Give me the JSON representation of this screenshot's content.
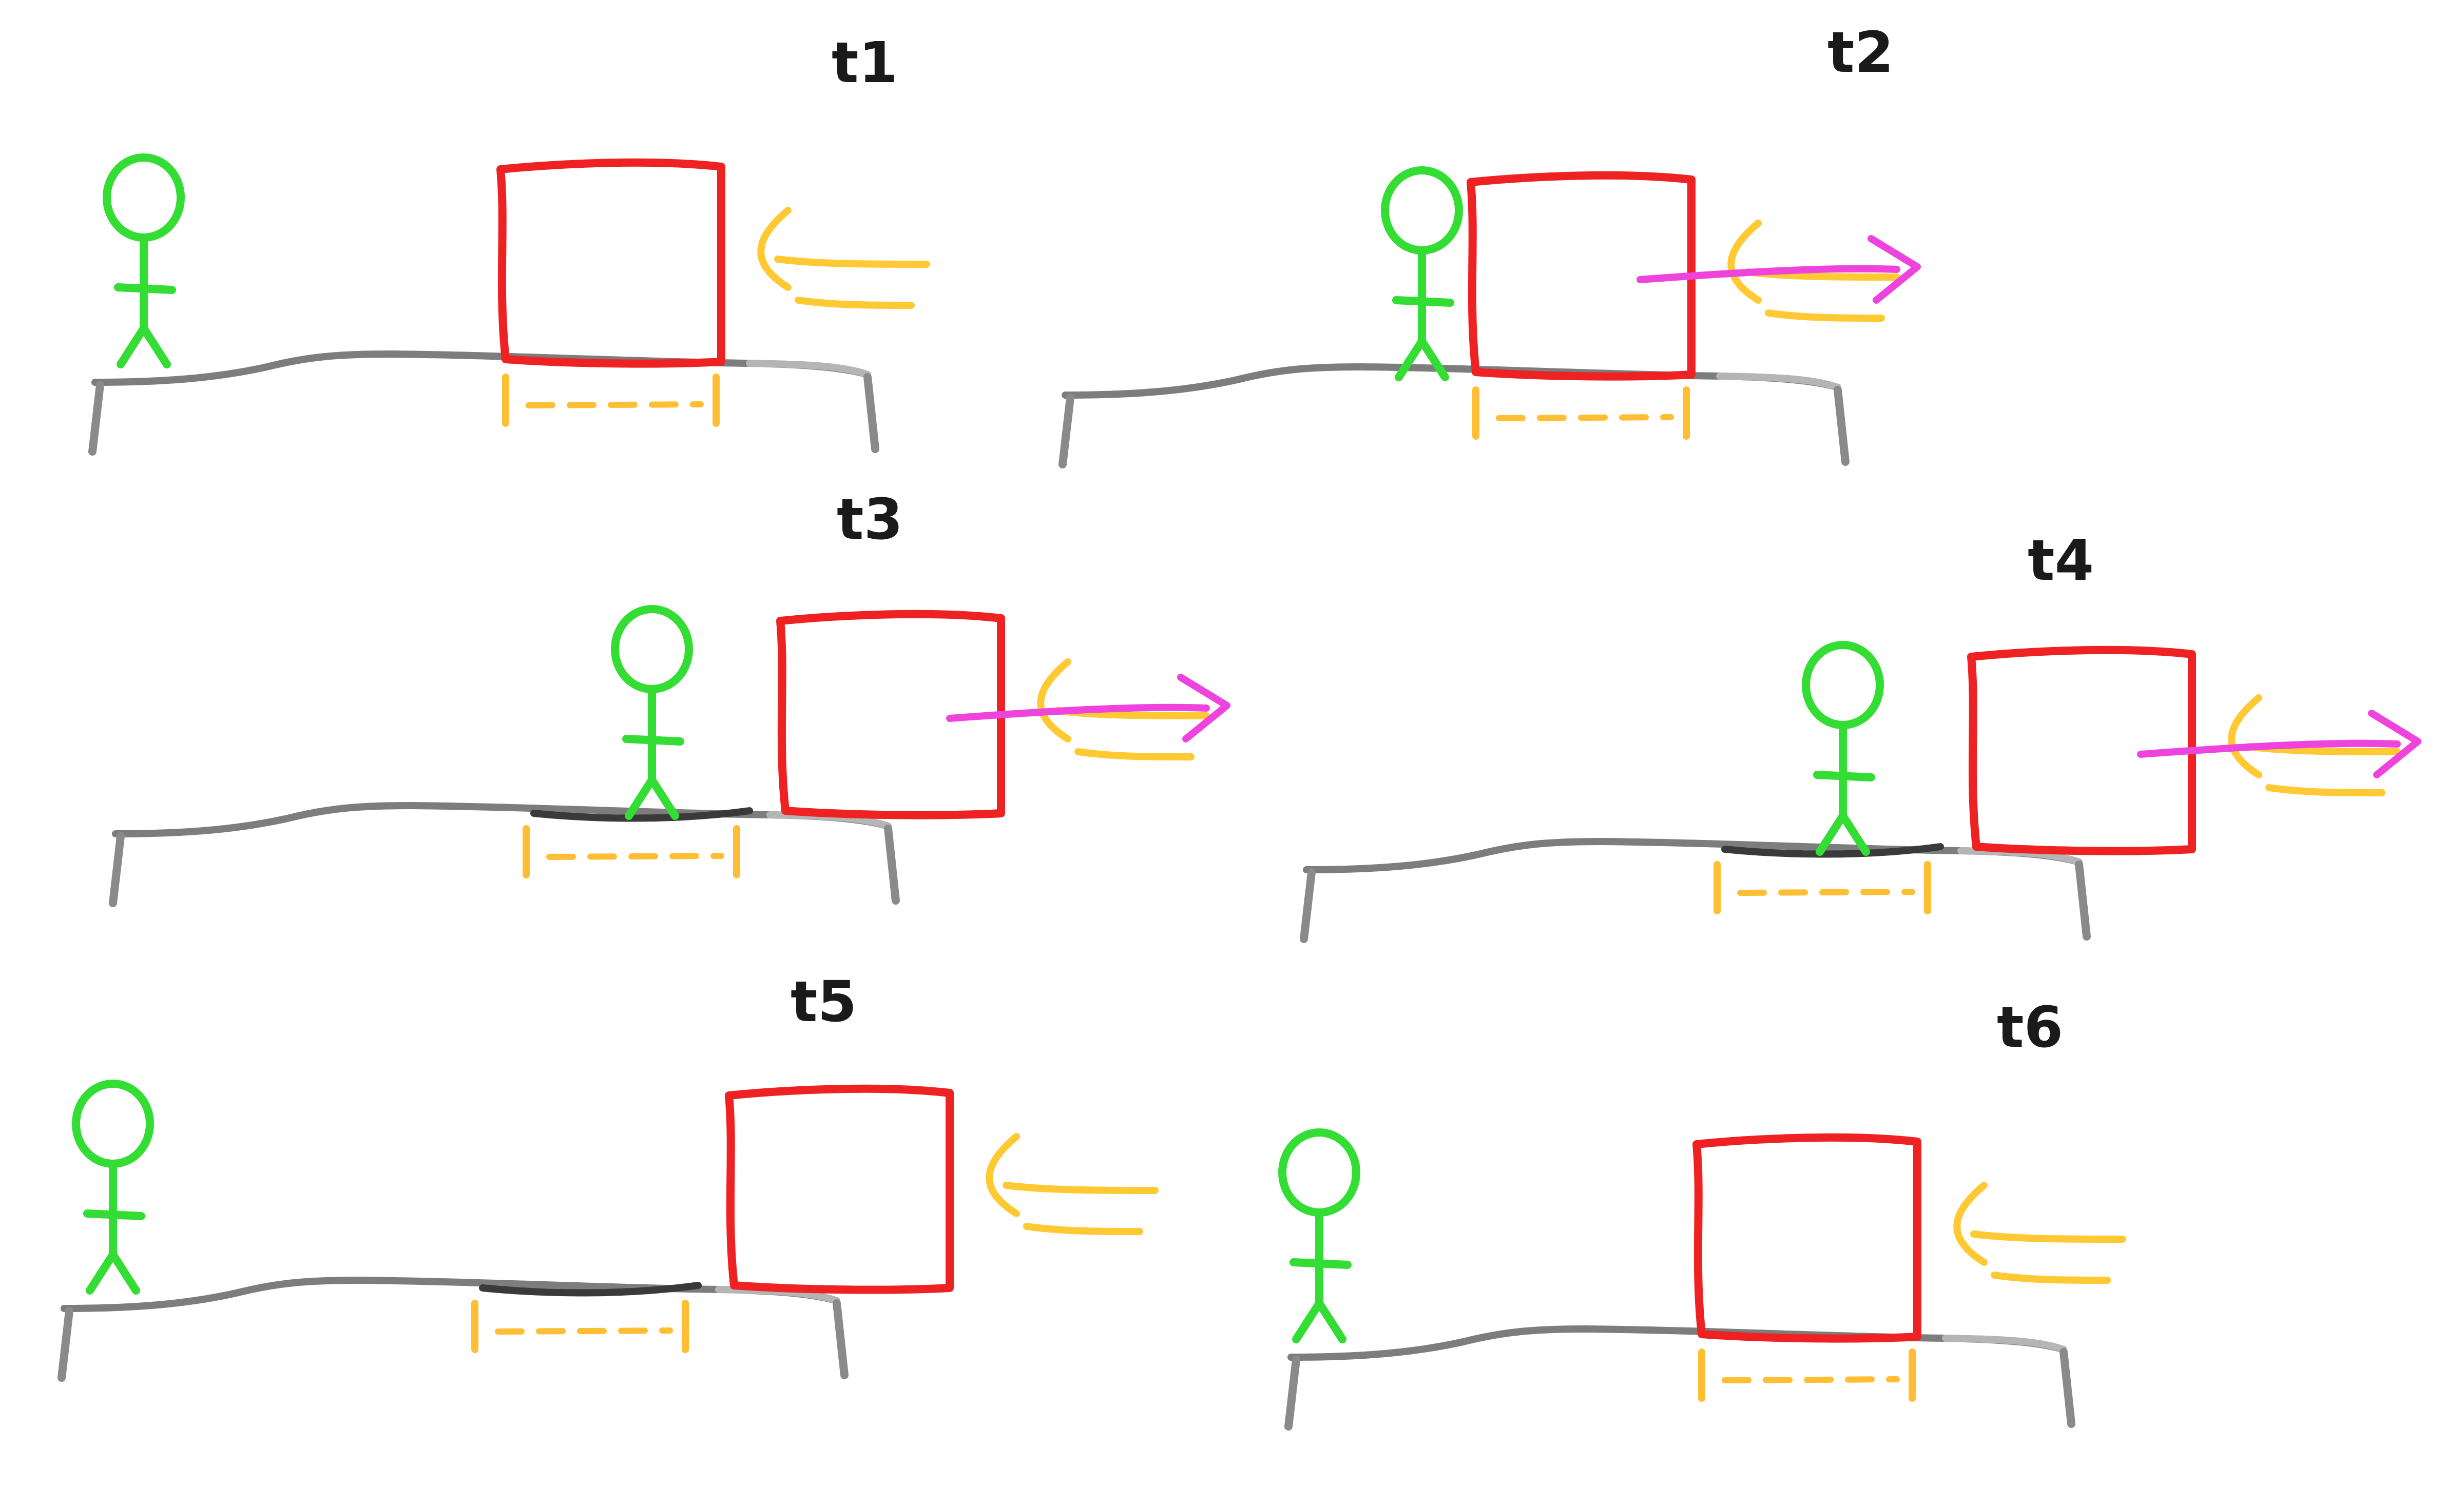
{
  "panels": [
    {
      "label": "t1",
      "box_pushed": false,
      "person_near_box": false,
      "gap_bridged": false
    },
    {
      "label": "t2",
      "box_pushed": true,
      "person_near_box": true,
      "gap_bridged": false
    },
    {
      "label": "t3",
      "box_pushed": true,
      "person_near_box": true,
      "gap_bridged": true
    },
    {
      "label": "t4",
      "box_pushed": true,
      "person_near_box": true,
      "gap_bridged": true
    },
    {
      "label": "t5",
      "box_pushed": false,
      "person_near_box": false,
      "gap_bridged": true
    },
    {
      "label": "t6",
      "box_pushed": false,
      "person_near_box": false,
      "gap_bridged": false
    }
  ],
  "colors": {
    "box": "#ee2222",
    "person": "#33dd33",
    "wind": "#ffc933",
    "push_arrow": "#ee44dd",
    "gap_span": "#ffbe33",
    "ground": "#7d7d7d",
    "plank": "#3a3a3a",
    "label": "#1a1a1a"
  },
  "icons": {
    "box": "square-outline",
    "person": "stick-figure",
    "wind": "wind-lines",
    "push_arrow": "arrow-right"
  }
}
